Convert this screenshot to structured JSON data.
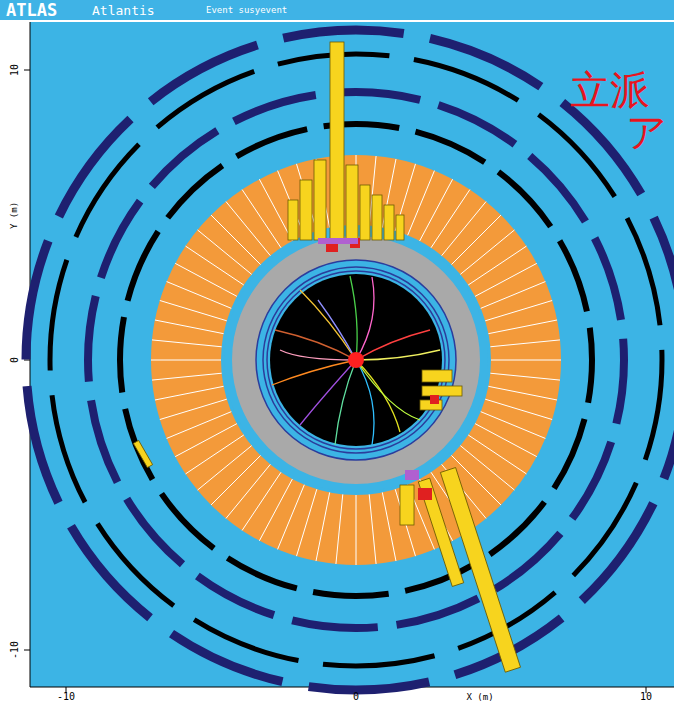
{
  "diagram": {
    "labels": [
      "ATLAS",
      "Atlantis",
      "Event susyevent",
      "10",
      "Y (m)",
      "0",
      "-10",
      "-10",
      "0",
      "X (m)",
      "10",
      "立派",
      "ア"
    ]
  }
}
